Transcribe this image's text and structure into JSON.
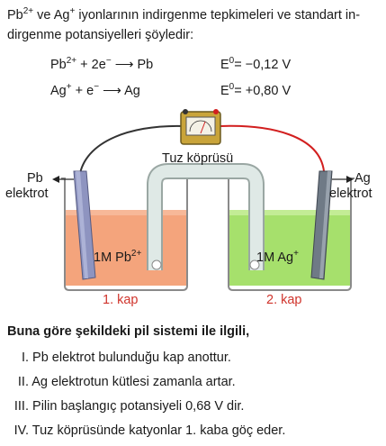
{
  "intro": {
    "line1_a": "Pb",
    "line1_sup1": "2+",
    "line1_b": " ve Ag",
    "line1_sup2": "+",
    "line1_c": " iyonlarının indirgenme tepkimeleri ve standart in-",
    "line2": "dirgenme potansiyelleri şöyledir:"
  },
  "reactions": [
    {
      "left_a": "Pb",
      "left_sup": "2+",
      "left_b": " + 2e",
      "left_sup2": "−",
      "product": "Pb",
      "e_label": "E",
      "e_sup": "0",
      "e_value": "= −0,12 V"
    },
    {
      "left_a": "Ag",
      "left_sup": "+",
      "left_b": " + e",
      "left_sup2": "−",
      "product": "Ag",
      "e_label": "E",
      "e_sup": "0",
      "e_value": "= +0,80 V"
    }
  ],
  "diagram": {
    "salt_bridge_label": "Tuz köprüsü",
    "left_electrode": {
      "name": "Pb",
      "word": "elektrot"
    },
    "right_electrode": {
      "name": "Ag",
      "word": "elektrot"
    },
    "left_solution": {
      "text": "1M Pb",
      "sup": "2+"
    },
    "right_solution": {
      "text": "1M Ag",
      "sup": "+"
    },
    "left_cup": "1. kap",
    "right_cup": "2. kap",
    "colors": {
      "left_liquid": "#f4a47c",
      "right_liquid": "#a6e06c",
      "wire_left": "#333333",
      "wire_right": "#d21f1f",
      "label_red": "#d0342c"
    }
  },
  "question": {
    "title": "Buna göre şekildeki pil sistemi ile ilgili,",
    "options": [
      {
        "num": "I.",
        "text": "Pb elektrot bulunduğu kap anottur."
      },
      {
        "num": "II.",
        "text": "Ag elektrotun kütlesi zamanla artar."
      },
      {
        "num": "III.",
        "text": "Pilin başlangıç potansiyeli 0,68 V dir."
      },
      {
        "num": "IV.",
        "text": "Tuz köprüsünde katyonlar 1. kaba göç eder."
      }
    ]
  }
}
